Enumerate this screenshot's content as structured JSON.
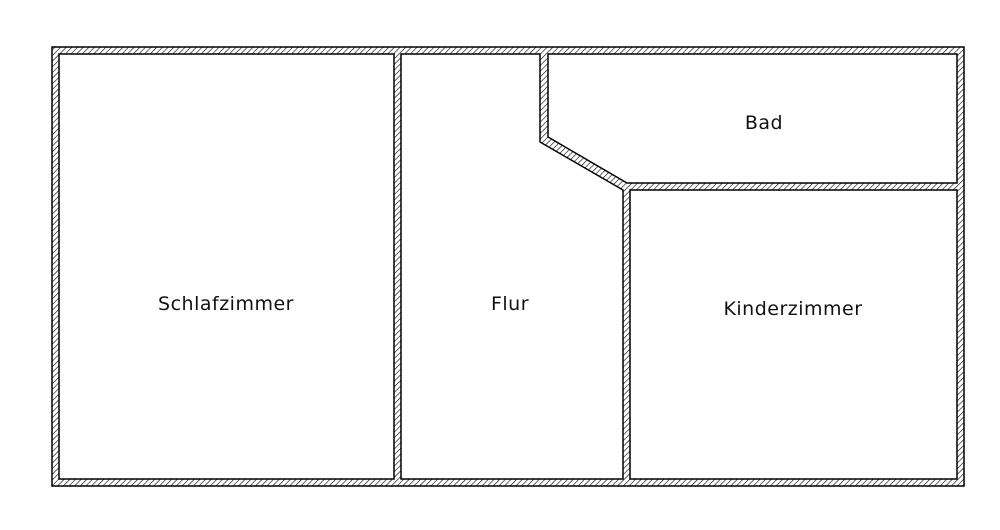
{
  "rooms": {
    "schlafzimmer": "Schlafzimmer",
    "flur": "Flur",
    "bad": "Bad",
    "kinderzimmer": "Kinderzimmer"
  },
  "style": {
    "wall_outline": "#000000",
    "wall_hatch": "#000000",
    "background": "#ffffff"
  }
}
